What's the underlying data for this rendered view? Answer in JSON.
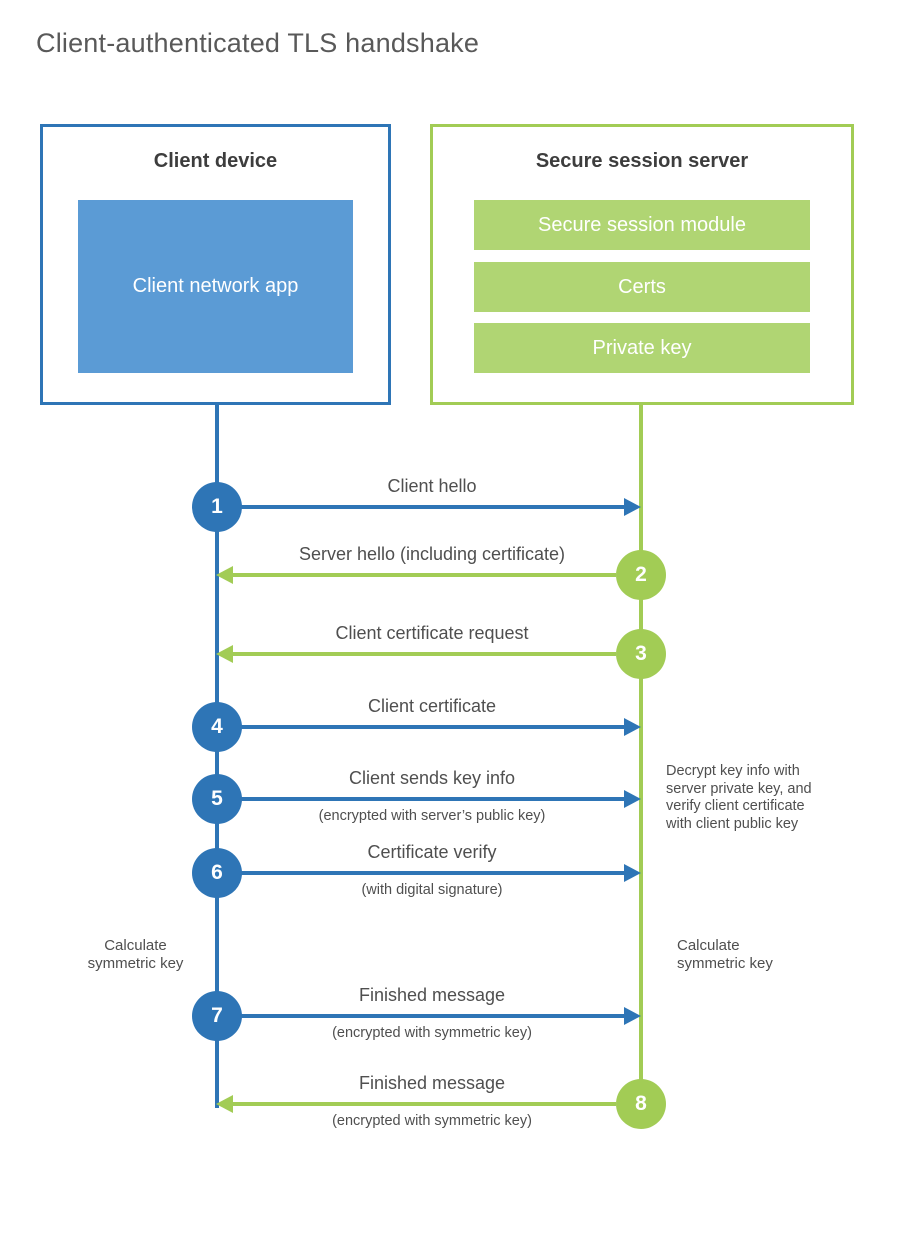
{
  "title": "Client-authenticated TLS handshake",
  "colors": {
    "blue": "#2e75b6",
    "blue_light": "#5b9bd5",
    "green": "#a2cc55",
    "green_light": "#b0d573",
    "text": "#4f4f4f",
    "heading": "#3d3d3d",
    "title": "#595959"
  },
  "client": {
    "title": "Client device",
    "app_label": "Client network app"
  },
  "server": {
    "title": "Secure session server",
    "modules": [
      "Secure session module",
      "Certs",
      "Private key"
    ]
  },
  "messages": [
    {
      "num": "1",
      "from": "client",
      "label": "Client hello",
      "sub": ""
    },
    {
      "num": "2",
      "from": "server",
      "label": "Server hello (including certificate)",
      "sub": ""
    },
    {
      "num": "3",
      "from": "server",
      "label": "Client certificate request",
      "sub": ""
    },
    {
      "num": "4",
      "from": "client",
      "label": "Client certificate",
      "sub": ""
    },
    {
      "num": "5",
      "from": "client",
      "label": "Client sends key info",
      "sub": "(encrypted with server’s public key)"
    },
    {
      "num": "6",
      "from": "client",
      "label": "Certificate verify",
      "sub": "(with digital signature)"
    },
    {
      "num": "7",
      "from": "client",
      "label": "Finished message",
      "sub": "(encrypted with symmetric key)"
    },
    {
      "num": "8",
      "from": "server",
      "label": "Finished message",
      "sub": "(encrypted with symmetric key)"
    }
  ],
  "annotations": {
    "decrypt_note": "Decrypt key info with server private key, and verify client certificate with client public key",
    "calc_left": "Calculate symmetric key",
    "calc_right": "Calculate symmetric key"
  }
}
